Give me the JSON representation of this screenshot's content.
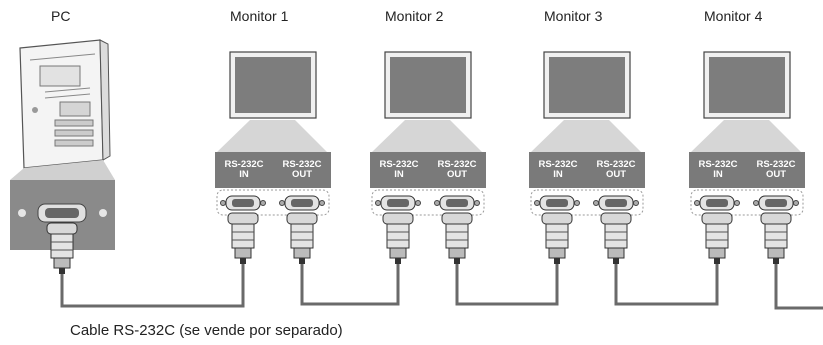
{
  "pc": {
    "label": "PC"
  },
  "monitors": [
    {
      "label": "Monitor 1",
      "port_in": [
        "RS-232C",
        "IN"
      ],
      "port_out": [
        "RS-232C",
        "OUT"
      ]
    },
    {
      "label": "Monitor 2",
      "port_in": [
        "RS-232C",
        "IN"
      ],
      "port_out": [
        "RS-232C",
        "OUT"
      ]
    },
    {
      "label": "Monitor 3",
      "port_in": [
        "RS-232C",
        "IN"
      ],
      "port_out": [
        "RS-232C",
        "OUT"
      ]
    },
    {
      "label": "Monitor 4",
      "port_in": [
        "RS-232C",
        "IN"
      ],
      "port_out": [
        "RS-232C",
        "OUT"
      ]
    }
  ],
  "caption": "Cable RS-232C (se vende por separado)",
  "colors": {
    "panel": "#8a8a8a",
    "port_bar": "#7a7a7a",
    "screen": "#7d7d7d",
    "cable": "#6a6a6a",
    "connector": "#cfcfcf"
  }
}
